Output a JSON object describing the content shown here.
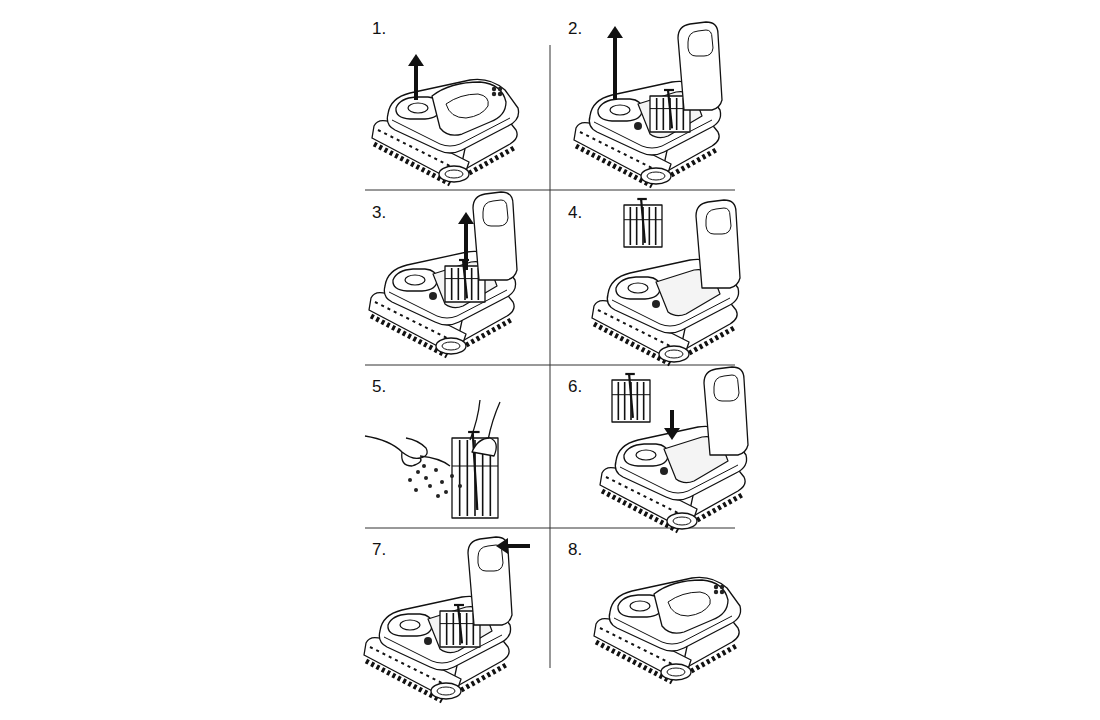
{
  "diagram": {
    "labels": [
      "1.",
      "2.",
      "3.",
      "4.",
      "5.",
      "6.",
      "7.",
      "8."
    ]
  }
}
